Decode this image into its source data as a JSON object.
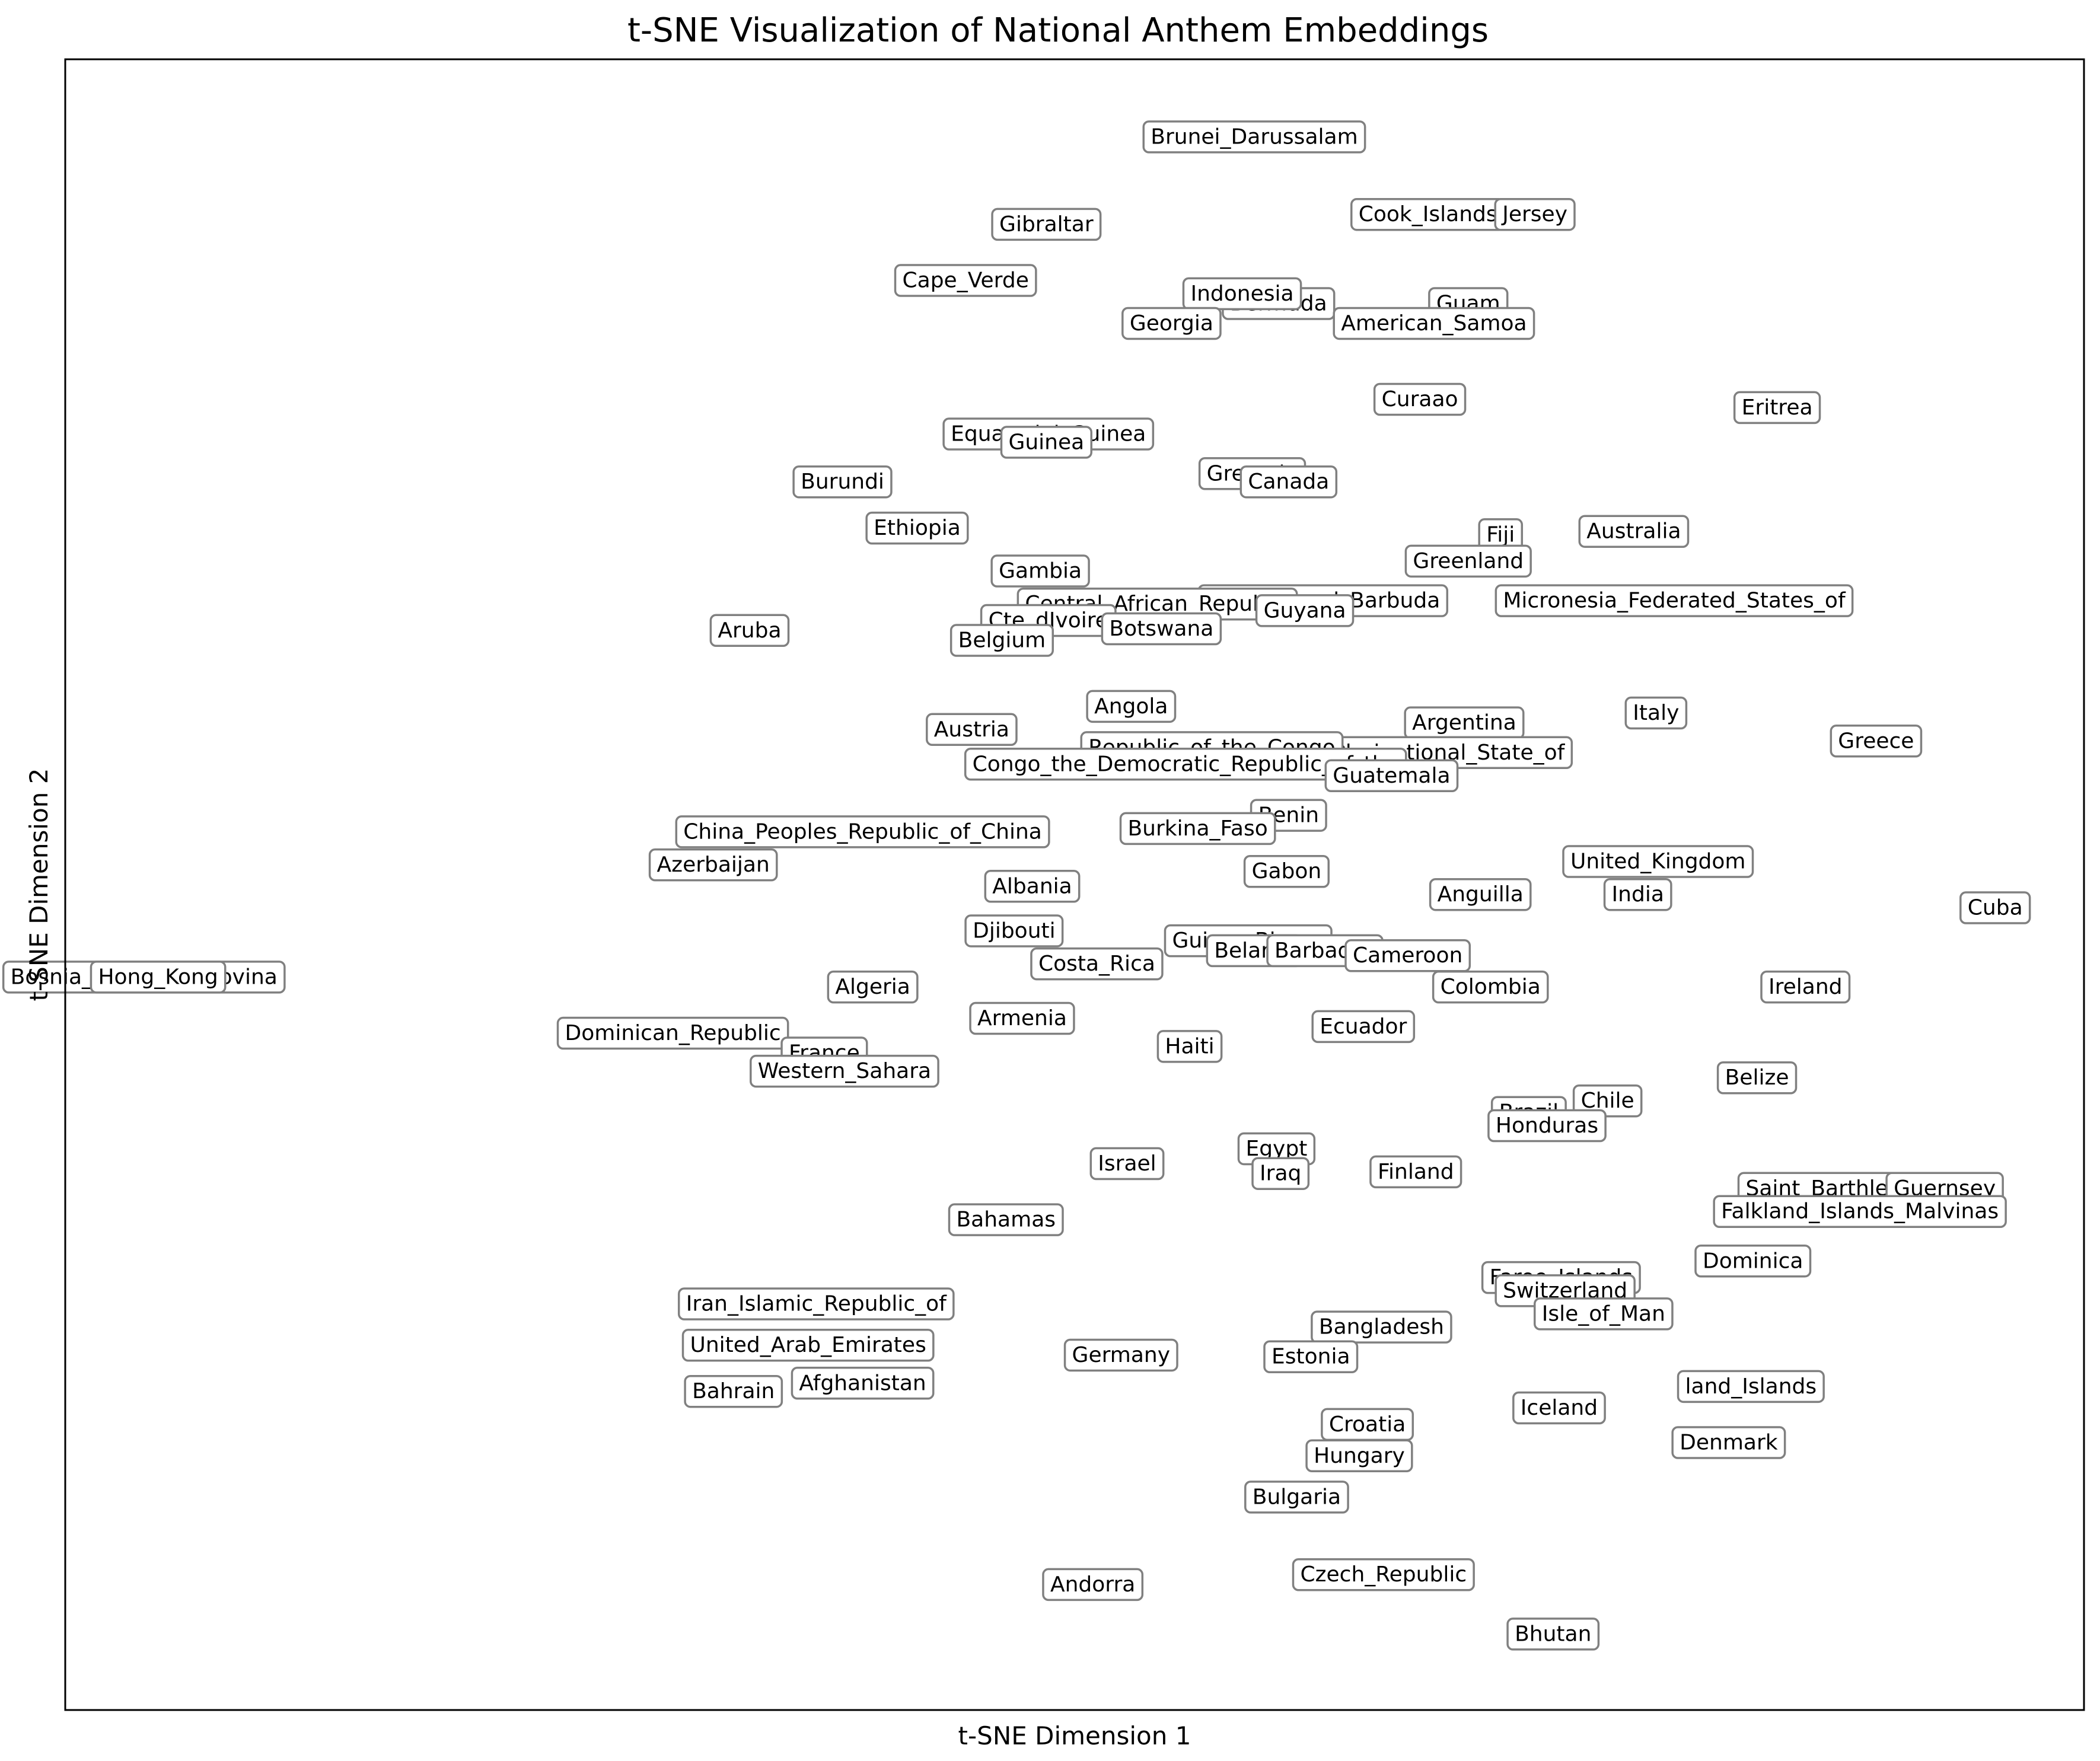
{
  "chart_data": {
    "type": "scatter",
    "title": "t-SNE Visualization of National Anthem Embeddings",
    "xlabel": "t-SNE Dimension 1",
    "ylabel": "t-SNE Dimension 2",
    "xlim": [
      0,
      1
    ],
    "ylim": [
      0,
      1
    ],
    "xticks": [],
    "yticks": [],
    "grid": false,
    "legend": "none",
    "point_colors": [
      "#d0d0ea",
      "#cfe6f0",
      "#d8f0d8",
      "#f2f2c8",
      "#e4d4ea",
      "#eaeaf4",
      "#d8ecea"
    ],
    "points": [
      {
        "label": "Brunei_Darussalam",
        "x": 0.589,
        "y": 0.953
      },
      {
        "label": "Cook_Islands",
        "x": 0.675,
        "y": 0.906
      },
      {
        "label": "Jersey",
        "x": 0.728,
        "y": 0.906
      },
      {
        "label": "Gibraltar",
        "x": 0.486,
        "y": 0.9
      },
      {
        "label": "Cape_Verde",
        "x": 0.446,
        "y": 0.866
      },
      {
        "label": "Bermuda",
        "x": 0.601,
        "y": 0.852
      },
      {
        "label": "Indonesia",
        "x": 0.583,
        "y": 0.858
      },
      {
        "label": "Guam",
        "x": 0.695,
        "y": 0.852
      },
      {
        "label": "Georgia",
        "x": 0.548,
        "y": 0.84
      },
      {
        "label": "American_Samoa",
        "x": 0.678,
        "y": 0.84
      },
      {
        "label": "Curaao",
        "x": 0.671,
        "y": 0.794
      },
      {
        "label": "Eritrea",
        "x": 0.848,
        "y": 0.789
      },
      {
        "label": "Equatorial_Guinea",
        "x": 0.487,
        "y": 0.773
      },
      {
        "label": "Guinea",
        "x": 0.486,
        "y": 0.768
      },
      {
        "label": "Burundi",
        "x": 0.385,
        "y": 0.744
      },
      {
        "label": "Grenada",
        "x": 0.588,
        "y": 0.749
      },
      {
        "label": "Canada",
        "x": 0.606,
        "y": 0.744
      },
      {
        "label": "Ethiopia",
        "x": 0.422,
        "y": 0.716
      },
      {
        "label": "Australia",
        "x": 0.777,
        "y": 0.714
      },
      {
        "label": "Fiji",
        "x": 0.711,
        "y": 0.712
      },
      {
        "label": "Gambia",
        "x": 0.483,
        "y": 0.69
      },
      {
        "label": "Greenland",
        "x": 0.695,
        "y": 0.696
      },
      {
        "label": "Antigua_and_Barbuda",
        "x": 0.623,
        "y": 0.672
      },
      {
        "label": "Central_African_Republic",
        "x": 0.541,
        "y": 0.67
      },
      {
        "label": "Guyana",
        "x": 0.614,
        "y": 0.666
      },
      {
        "label": "Micronesia_Federated_States_of",
        "x": 0.797,
        "y": 0.672
      },
      {
        "label": "Cte_dIvoire",
        "x": 0.487,
        "y": 0.66
      },
      {
        "label": "Botswana",
        "x": 0.543,
        "y": 0.655
      },
      {
        "label": "Aruba",
        "x": 0.339,
        "y": 0.654
      },
      {
        "label": "Belgium",
        "x": 0.464,
        "y": 0.648
      },
      {
        "label": "Angola",
        "x": 0.528,
        "y": 0.608
      },
      {
        "label": "Italy",
        "x": 0.788,
        "y": 0.604
      },
      {
        "label": "Austria",
        "x": 0.449,
        "y": 0.594
      },
      {
        "label": "Argentina",
        "x": 0.693,
        "y": 0.598
      },
      {
        "label": "Greece",
        "x": 0.897,
        "y": 0.587
      },
      {
        "label": "Bolivia_Plurinational_State_of",
        "x": 0.665,
        "y": 0.58
      },
      {
        "label": "Republic_of_the_Congo",
        "x": 0.568,
        "y": 0.583
      },
      {
        "label": "Congo_the_Democratic_Republic_of_the",
        "x": 0.555,
        "y": 0.573
      },
      {
        "label": "Guatemala",
        "x": 0.657,
        "y": 0.566
      },
      {
        "label": "Benin",
        "x": 0.606,
        "y": 0.542
      },
      {
        "label": "Burkina_Faso",
        "x": 0.561,
        "y": 0.534
      },
      {
        "label": "China_Peoples_Republic_of_China",
        "x": 0.395,
        "y": 0.532
      },
      {
        "label": "Azerbaijan",
        "x": 0.321,
        "y": 0.512
      },
      {
        "label": "Gabon",
        "x": 0.605,
        "y": 0.508
      },
      {
        "label": "United_Kingdom",
        "x": 0.789,
        "y": 0.514
      },
      {
        "label": "Albania",
        "x": 0.479,
        "y": 0.499
      },
      {
        "label": "Anguilla",
        "x": 0.701,
        "y": 0.494
      },
      {
        "label": "India",
        "x": 0.779,
        "y": 0.494
      },
      {
        "label": "Cuba",
        "x": 0.956,
        "y": 0.486
      },
      {
        "label": "Djibouti",
        "x": 0.47,
        "y": 0.472
      },
      {
        "label": "Guinea-Bissau",
        "x": 0.586,
        "y": 0.466
      },
      {
        "label": "Belarus",
        "x": 0.589,
        "y": 0.46
      },
      {
        "label": "Barbados",
        "x": 0.624,
        "y": 0.46
      },
      {
        "label": "Cameroon",
        "x": 0.665,
        "y": 0.457
      },
      {
        "label": "Costa_Rica",
        "x": 0.511,
        "y": 0.452
      },
      {
        "label": "Bosnia_and_Herzegovina",
        "x": 0.039,
        "y": 0.444
      },
      {
        "label": "Hong_Kong",
        "x": 0.046,
        "y": 0.444
      },
      {
        "label": "Algeria",
        "x": 0.4,
        "y": 0.438
      },
      {
        "label": "Colombia",
        "x": 0.706,
        "y": 0.438
      },
      {
        "label": "Ireland",
        "x": 0.862,
        "y": 0.438
      },
      {
        "label": "Armenia",
        "x": 0.474,
        "y": 0.419
      },
      {
        "label": "Ecuador",
        "x": 0.643,
        "y": 0.414
      },
      {
        "label": "Dominican_Republic",
        "x": 0.301,
        "y": 0.41
      },
      {
        "label": "Haiti",
        "x": 0.557,
        "y": 0.402
      },
      {
        "label": "France",
        "x": 0.376,
        "y": 0.398
      },
      {
        "label": "Western_Sahara",
        "x": 0.386,
        "y": 0.387
      },
      {
        "label": "Belize",
        "x": 0.838,
        "y": 0.383
      },
      {
        "label": "Chile",
        "x": 0.764,
        "y": 0.369
      },
      {
        "label": "Brazil",
        "x": 0.725,
        "y": 0.362
      },
      {
        "label": "Honduras",
        "x": 0.734,
        "y": 0.354
      },
      {
        "label": "Egypt",
        "x": 0.6,
        "y": 0.34
      },
      {
        "label": "Israel",
        "x": 0.526,
        "y": 0.331
      },
      {
        "label": "Iraq",
        "x": 0.602,
        "y": 0.325
      },
      {
        "label": "Finland",
        "x": 0.669,
        "y": 0.326
      },
      {
        "label": "Saint_Barthlemy",
        "x": 0.876,
        "y": 0.316
      },
      {
        "label": "Guernsey",
        "x": 0.931,
        "y": 0.316
      },
      {
        "label": "Falkland_Islands_Malvinas",
        "x": 0.889,
        "y": 0.302
      },
      {
        "label": "Bahamas",
        "x": 0.466,
        "y": 0.297
      },
      {
        "label": "Dominica",
        "x": 0.836,
        "y": 0.272
      },
      {
        "label": "Faroe_Islands",
        "x": 0.741,
        "y": 0.262
      },
      {
        "label": "Switzerland",
        "x": 0.743,
        "y": 0.254
      },
      {
        "label": "Iran_Islamic_Republic_of",
        "x": 0.372,
        "y": 0.246
      },
      {
        "label": "Isle_of_Man",
        "x": 0.762,
        "y": 0.24
      },
      {
        "label": "Bangladesh",
        "x": 0.652,
        "y": 0.232
      },
      {
        "label": "United_Arab_Emirates",
        "x": 0.368,
        "y": 0.221
      },
      {
        "label": "Germany",
        "x": 0.523,
        "y": 0.215
      },
      {
        "label": "Estonia",
        "x": 0.617,
        "y": 0.214
      },
      {
        "label": "Afghanistan",
        "x": 0.395,
        "y": 0.198
      },
      {
        "label": "Bahrain",
        "x": 0.331,
        "y": 0.193
      },
      {
        "label": "land_Islands",
        "x": 0.835,
        "y": 0.196
      },
      {
        "label": "Iceland",
        "x": 0.74,
        "y": 0.183
      },
      {
        "label": "Croatia",
        "x": 0.645,
        "y": 0.173
      },
      {
        "label": "Denmark",
        "x": 0.824,
        "y": 0.162
      },
      {
        "label": "Hungary",
        "x": 0.641,
        "y": 0.154
      },
      {
        "label": "Bulgaria",
        "x": 0.61,
        "y": 0.129
      },
      {
        "label": "Czech_Republic",
        "x": 0.653,
        "y": 0.082
      },
      {
        "label": "Andorra",
        "x": 0.509,
        "y": 0.076
      },
      {
        "label": "Bhutan",
        "x": 0.737,
        "y": 0.046
      }
    ]
  }
}
